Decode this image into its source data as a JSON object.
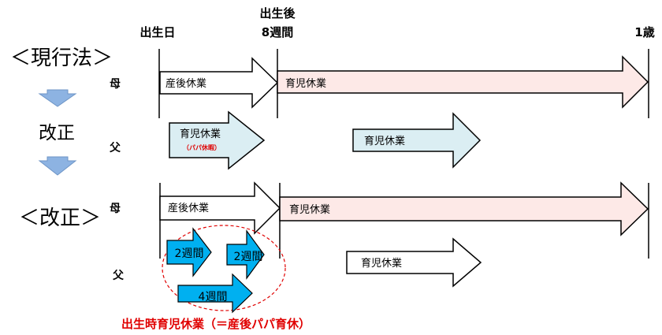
{
  "timeline": {
    "birth_label": "出生日",
    "after_birth_label_line1": "出生後",
    "after_birth_label_line2": "8週間",
    "one_year_label": "1歳"
  },
  "sections": {
    "current_law_title": "＜現行法＞",
    "revision_label": "改正",
    "revised_title": "＜改正＞"
  },
  "rows": {
    "mother": "母",
    "father": "父"
  },
  "arrows": {
    "postnatal_leave": "産後休業",
    "childcare_leave": "育児休業",
    "papa_leave_note": "（パパ休暇）",
    "two_weeks": "2週間",
    "four_weeks": "4週間"
  },
  "caption": "出生時育児休業（＝産後パパ育休）",
  "colors": {
    "white_arrow_fill": "#ffffff",
    "pink_arrow_fill": "#fde9e7",
    "light_blue_arrow_fill": "#dbeef3",
    "blue_arrow_fill": "#00b0f0",
    "caption_red": "#e00000",
    "revision_arrow_blue": "#8db3e2"
  }
}
